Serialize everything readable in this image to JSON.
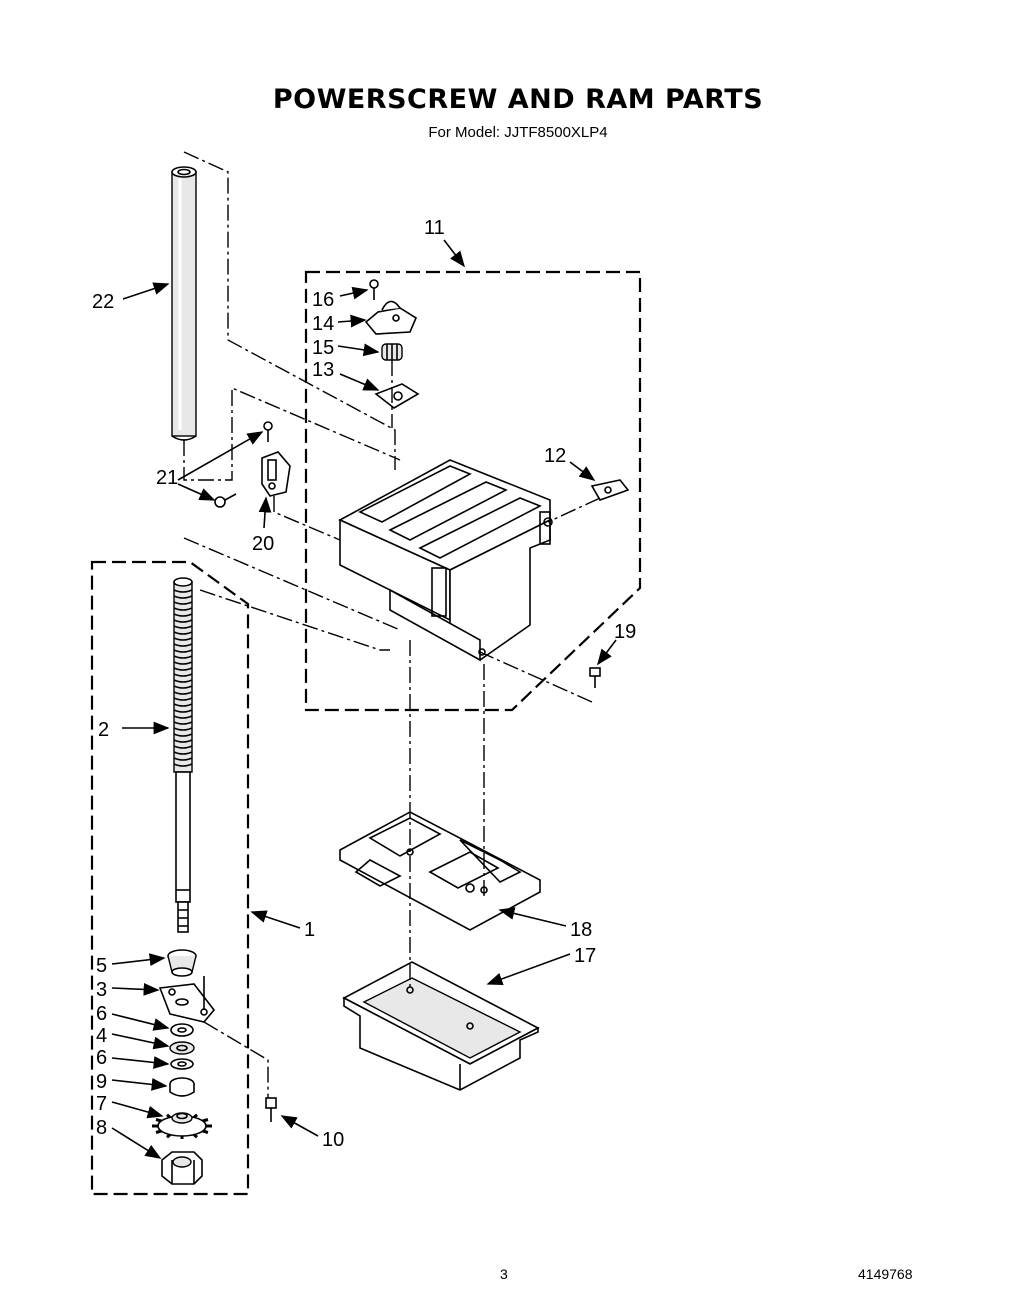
{
  "title": "POWERSCREW AND RAM PARTS",
  "subtitle": "For Model: JJTF8500XLP4",
  "callouts": {
    "c1": "1",
    "c2": "2",
    "c3": "3",
    "c4": "4",
    "c5": "5",
    "c6a": "6",
    "c6b": "6",
    "c7": "7",
    "c8": "8",
    "c9": "9",
    "c10": "10",
    "c11": "11",
    "c12": "12",
    "c13": "13",
    "c14": "14",
    "c15": "15",
    "c16": "16",
    "c17": "17",
    "c18": "18",
    "c19": "19",
    "c20": "20",
    "c21": "21",
    "c22": "22"
  },
  "footer": {
    "page": "3",
    "doc_number": "4149768"
  }
}
